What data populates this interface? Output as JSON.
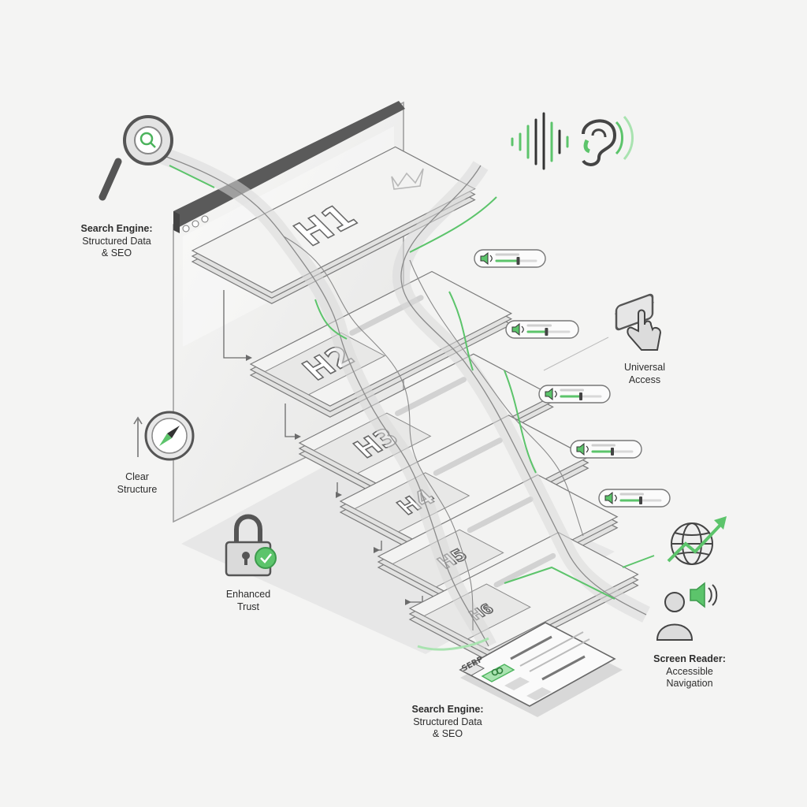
{
  "headings": [
    "H1",
    "H2",
    "H3",
    "H4",
    "H5",
    "H6"
  ],
  "serp_tab": "SERP",
  "labels": {
    "search_engine_top": {
      "title": "Search Engine:",
      "lines": [
        "Structured Data",
        "& SEO"
      ]
    },
    "clear_structure": {
      "lines": [
        "Clear",
        "Structure"
      ]
    },
    "enhanced_trust": {
      "lines": [
        "Enhanced",
        "Trust"
      ]
    },
    "universal_access": {
      "lines": [
        "Universal",
        "Access"
      ]
    },
    "screen_reader": {
      "title": "Screen Reader:",
      "lines": [
        "Accessible",
        "Navigation"
      ]
    },
    "search_engine_bottom": {
      "title": "Search Engine:",
      "lines": [
        "Structured Data",
        "& SEO"
      ]
    }
  },
  "audio_controls": [
    {
      "level": 0.55
    },
    {
      "level": 0.45
    },
    {
      "level": 0.5
    },
    {
      "level": 0.5
    },
    {
      "level": 0.5
    }
  ],
  "icons": [
    "magnifier-icon",
    "sound-wave-icon",
    "ear-icon",
    "crown-icon",
    "compass-icon",
    "padlock-icon",
    "checkmark-icon",
    "hand-pointer-icon",
    "globe-icon",
    "trend-arrow-icon",
    "user-icon",
    "speaker-icon",
    "link-icon"
  ],
  "colors": {
    "accent": "#5cc46b",
    "accent_light": "#a9e3b0",
    "ink": "#2d2d2d",
    "line": "#6b6b6b",
    "panel": "#ededed"
  }
}
